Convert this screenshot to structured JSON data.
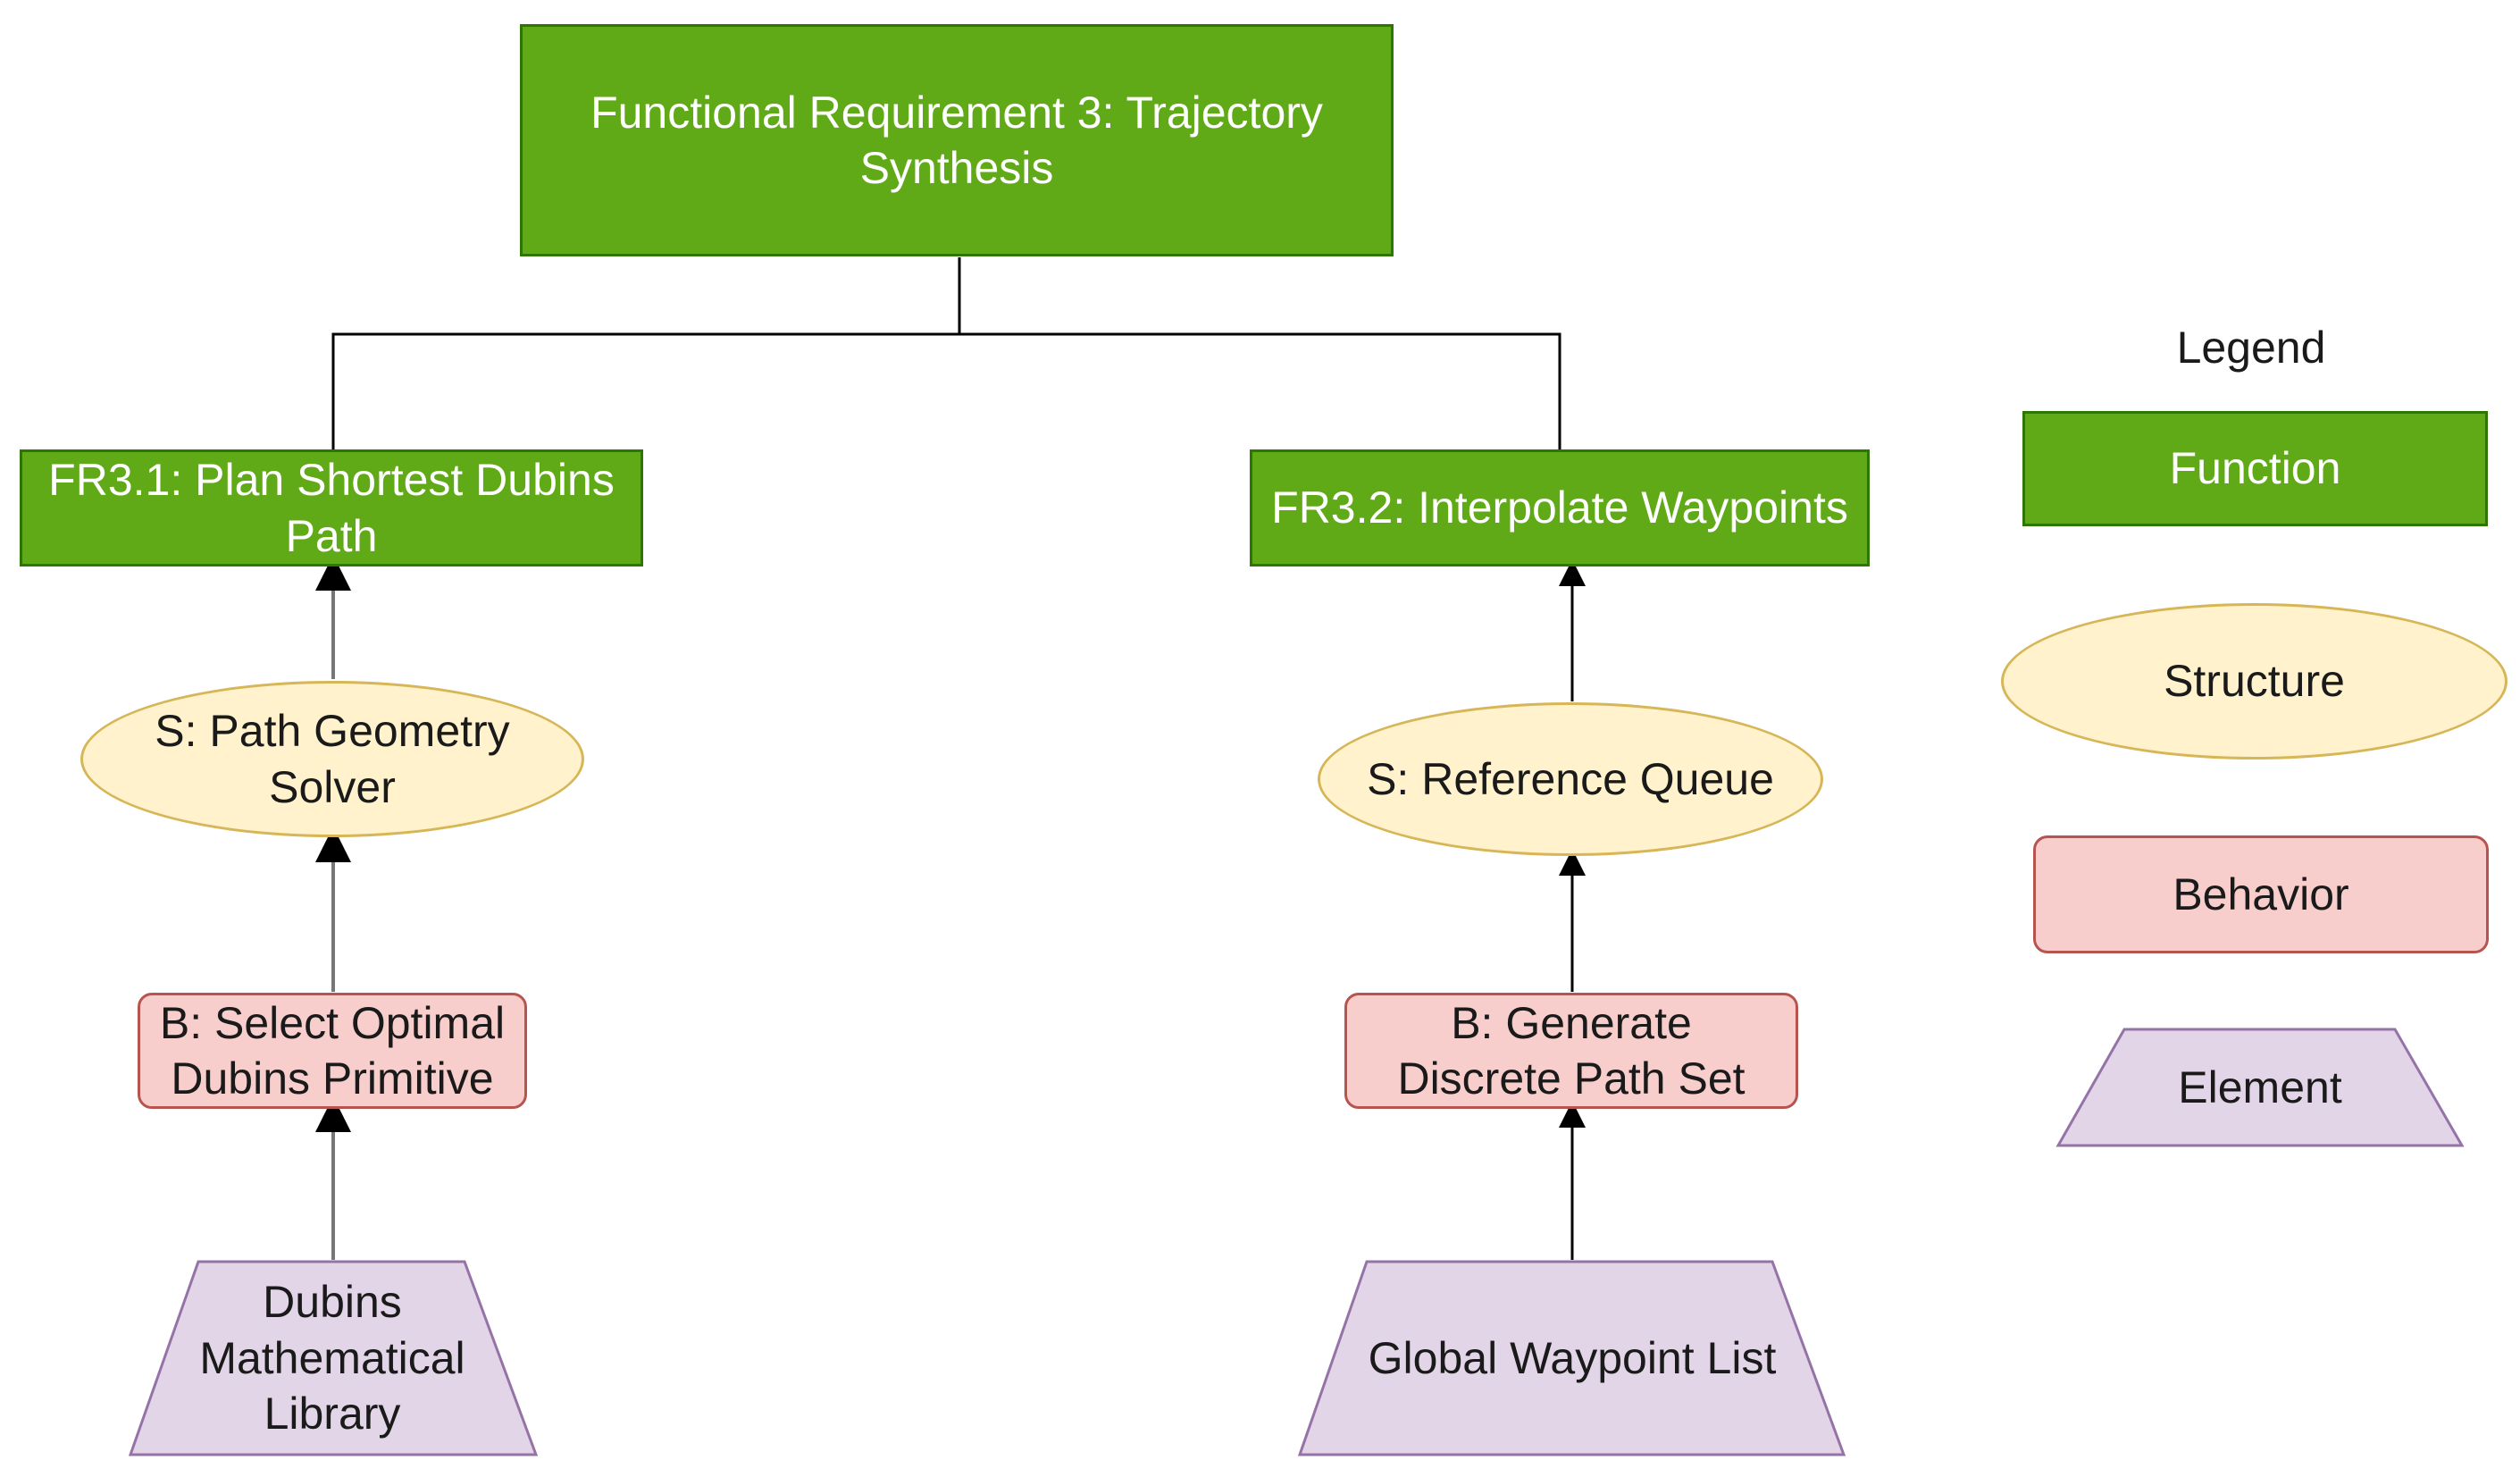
{
  "diagram": {
    "root": {
      "label": "Functional Requirement 3: Trajectory Synthesis"
    },
    "branches": [
      {
        "function": "FR3.1: Plan Shortest Dubins Path",
        "structure": "S: Path Geometry Solver",
        "behavior": "B: Select Optimal Dubins Primitive",
        "element": "Dubins Mathematical Library"
      },
      {
        "function": "FR3.2: Interpolate Waypoints",
        "structure": "S: Reference Queue",
        "behavior": "B:  Generate Discrete Path Set",
        "element": "Global Waypoint List"
      }
    ]
  },
  "legend": {
    "title": "Legend",
    "items": {
      "function": "Function",
      "structure": "Structure",
      "behavior": "Behavior",
      "element": "Element"
    }
  },
  "colors": {
    "function_fill": "#60a917",
    "function_stroke": "#2d7600",
    "structure_fill": "#fff2cc",
    "structure_stroke": "#d6b656",
    "behavior_fill": "#f8cecc",
    "behavior_stroke": "#b85450",
    "element_fill": "#e1d5e7",
    "element_stroke": "#9673a6"
  }
}
